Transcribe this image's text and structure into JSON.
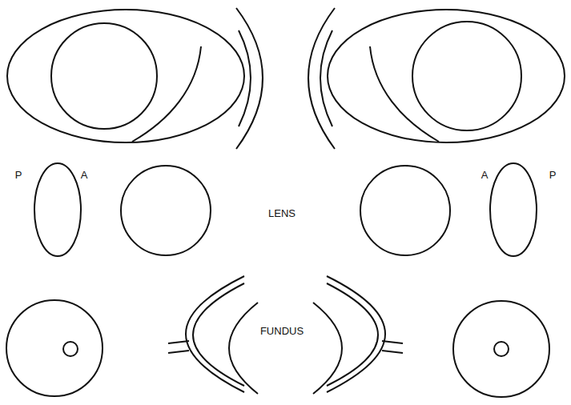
{
  "diagram": {
    "labels": [
      "P",
      "A",
      "LENS",
      "A",
      "P",
      "FUNDUS"
    ]
  }
}
